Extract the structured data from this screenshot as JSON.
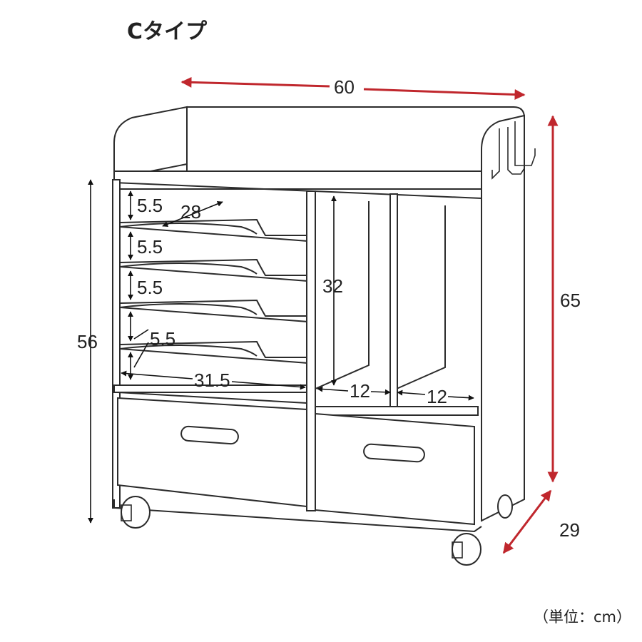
{
  "title": "Cタイプ",
  "unit_note": "（単位：cm）",
  "colors": {
    "dimension_red": "#c0272d",
    "line": "#2b2b2b"
  },
  "dimensions": {
    "width": "60",
    "height": "65",
    "depth": "29",
    "inner_height": "56",
    "shelf_gap_1": "5.5",
    "shelf_gap_2": "5.5",
    "shelf_gap_3": "5.5",
    "shelf_gap_4": "5.5",
    "tray_depth": "28",
    "open_height": "32",
    "tray_width": "31.5",
    "compartment_1": "12",
    "compartment_2": "12"
  }
}
